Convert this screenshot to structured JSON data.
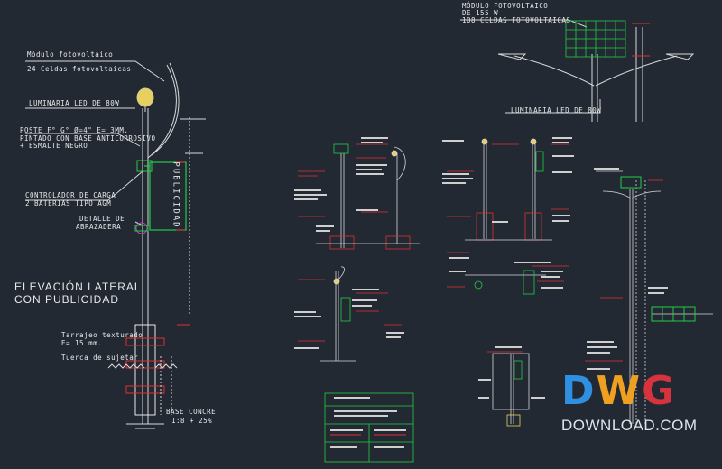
{
  "left_sheet": {
    "modulo": "Módulo fotovoltaico",
    "celdas": "24 Celdas fotovoltaicas",
    "luminaria": "LUMINARIA LED DE 80W",
    "poste_line1": "POSTE F° G° Ø=4\" E= 3MM.",
    "poste_line2": "PINTADO CON BASE ANTICORROSIVO",
    "poste_line3": "+ ESMALTE NEGRO",
    "controlador_line1": "CONTROLADOR DE CARGA",
    "controlador_line2": "2 BATERIAS TIPO AGM",
    "detalle_line1": "DETALLE DE",
    "detalle_line2": "ABRAZADERA",
    "publicidad": "PUBLICIDAD",
    "titulo_line1": "ELEVACIÓN LATERAL",
    "titulo_line2": "CON PUBLICIDAD",
    "tarrajeo_line1": "Tarrajeo texturado",
    "tarrajeo_line2": "E= 15 mm.",
    "tuerca": "Tuerca de sujetar",
    "base_line1": "BASE CONCRE",
    "base_line2": "1:8 + 25%"
  },
  "right_sheet": {
    "modulo_line1": "MÓDULO FOTOVOLTAICO",
    "modulo_line2": "DE 155 W",
    "modulo_line3": "108 CELDAS FOTOVOLTAICAS",
    "luminaria": "LUMINARIA LED DE 80W"
  },
  "watermark": {
    "letters": [
      "D",
      "W",
      "G"
    ],
    "url": "DOWNLOAD.COM",
    "colors": [
      "#2f8fe0",
      "#f0a020",
      "#d8323c"
    ]
  },
  "colors": {
    "background": "#222933",
    "line": "#e8e8e8",
    "accent_green": "#22cc44",
    "accent_red": "#e03030",
    "accent_yellow": "#e8d060"
  }
}
